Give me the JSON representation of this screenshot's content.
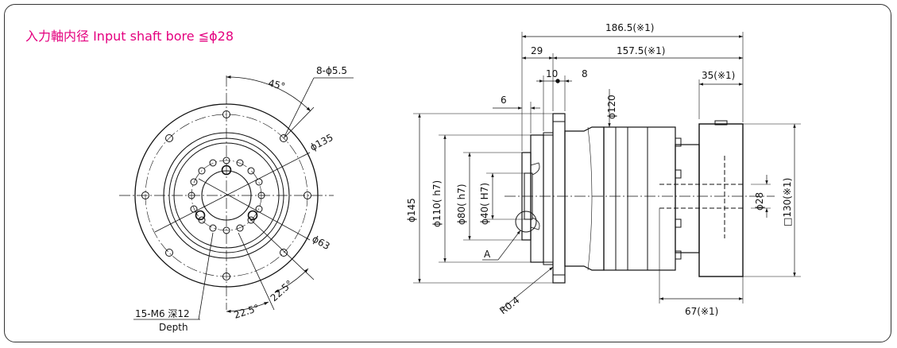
{
  "header": {
    "text": "入力軸内径  Input shaft bore  ≦ϕ28",
    "color": "#e4007f"
  },
  "front_view": {
    "angle_top": "45°",
    "holes_label": "8-ϕ5.5",
    "dia_135": "ϕ135",
    "dia_63": "ϕ63",
    "angle_bottom_right": "22.5°",
    "angle_bottom": "22.5°",
    "tap_label": "15-M6 深12",
    "tap_depth": "Depth"
  },
  "side_view": {
    "overall_length": "186.5(※1)",
    "dim_29": "29",
    "dim_157": "157.5(※1)",
    "dim_10": "10",
    "dim_8": "8",
    "dim_35": "35(※1)",
    "dim_6": "6",
    "dia_120": "ϕ120",
    "dia_145": "ϕ145",
    "dia_110": "ϕ110( h7)",
    "dia_80": "ϕ80( h7)",
    "dia_40": "ϕ40( H7)",
    "dia_28": "ϕ28",
    "square_130": "□130(※1)",
    "detail_a": "A",
    "radius": "R0.4",
    "dim_67": "67(※1)"
  }
}
